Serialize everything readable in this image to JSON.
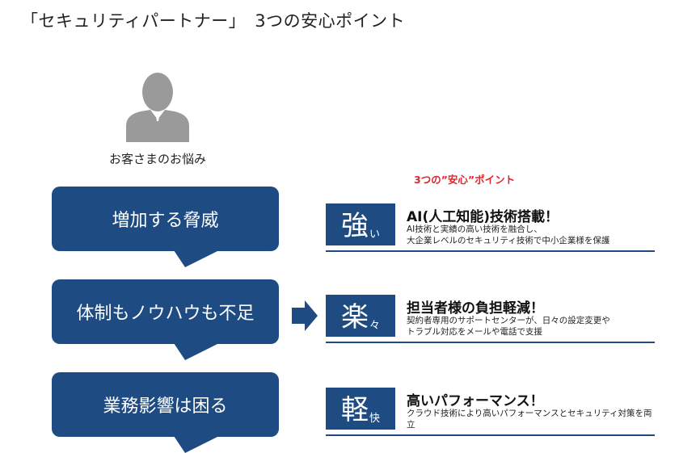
{
  "title": "「セキュリティパートナー」　3つの安心ポイント",
  "customer": {
    "caption": "お客さまのお悩み"
  },
  "concerns": [
    "増加する脅威",
    "体制もノウハウも不足",
    "業務影響は困る"
  ],
  "points_label": "3つの”安心”ポイント",
  "points": [
    {
      "kanji": "強",
      "kanji_suffix": "い",
      "headline": "AI(人工知能)技術搭載！",
      "description": "AI技術と実績の高い技術を融合し、\n大企業レベルのセキュリティ技術で中小企業様を保護"
    },
    {
      "kanji": "楽",
      "kanji_suffix": "々",
      "headline": "担当者様の負担軽減！",
      "description": "契約者専用のサポートセンターが、日々の設定変更や\nトラブル対応をメールや電話で支援"
    },
    {
      "kanji": "軽",
      "kanji_suffix": "快",
      "headline": "高いパフォーマンス！",
      "description": "クラウド技術により高いパフォーマンスとセキュリティ対策を両立"
    }
  ],
  "colors": {
    "brand_navy": "#1e4b82",
    "accent_red": "#e0262b",
    "person_gray": "#9a9a9a"
  },
  "icons": {
    "customer": "person-icon",
    "flow": "right-arrow-icon"
  }
}
